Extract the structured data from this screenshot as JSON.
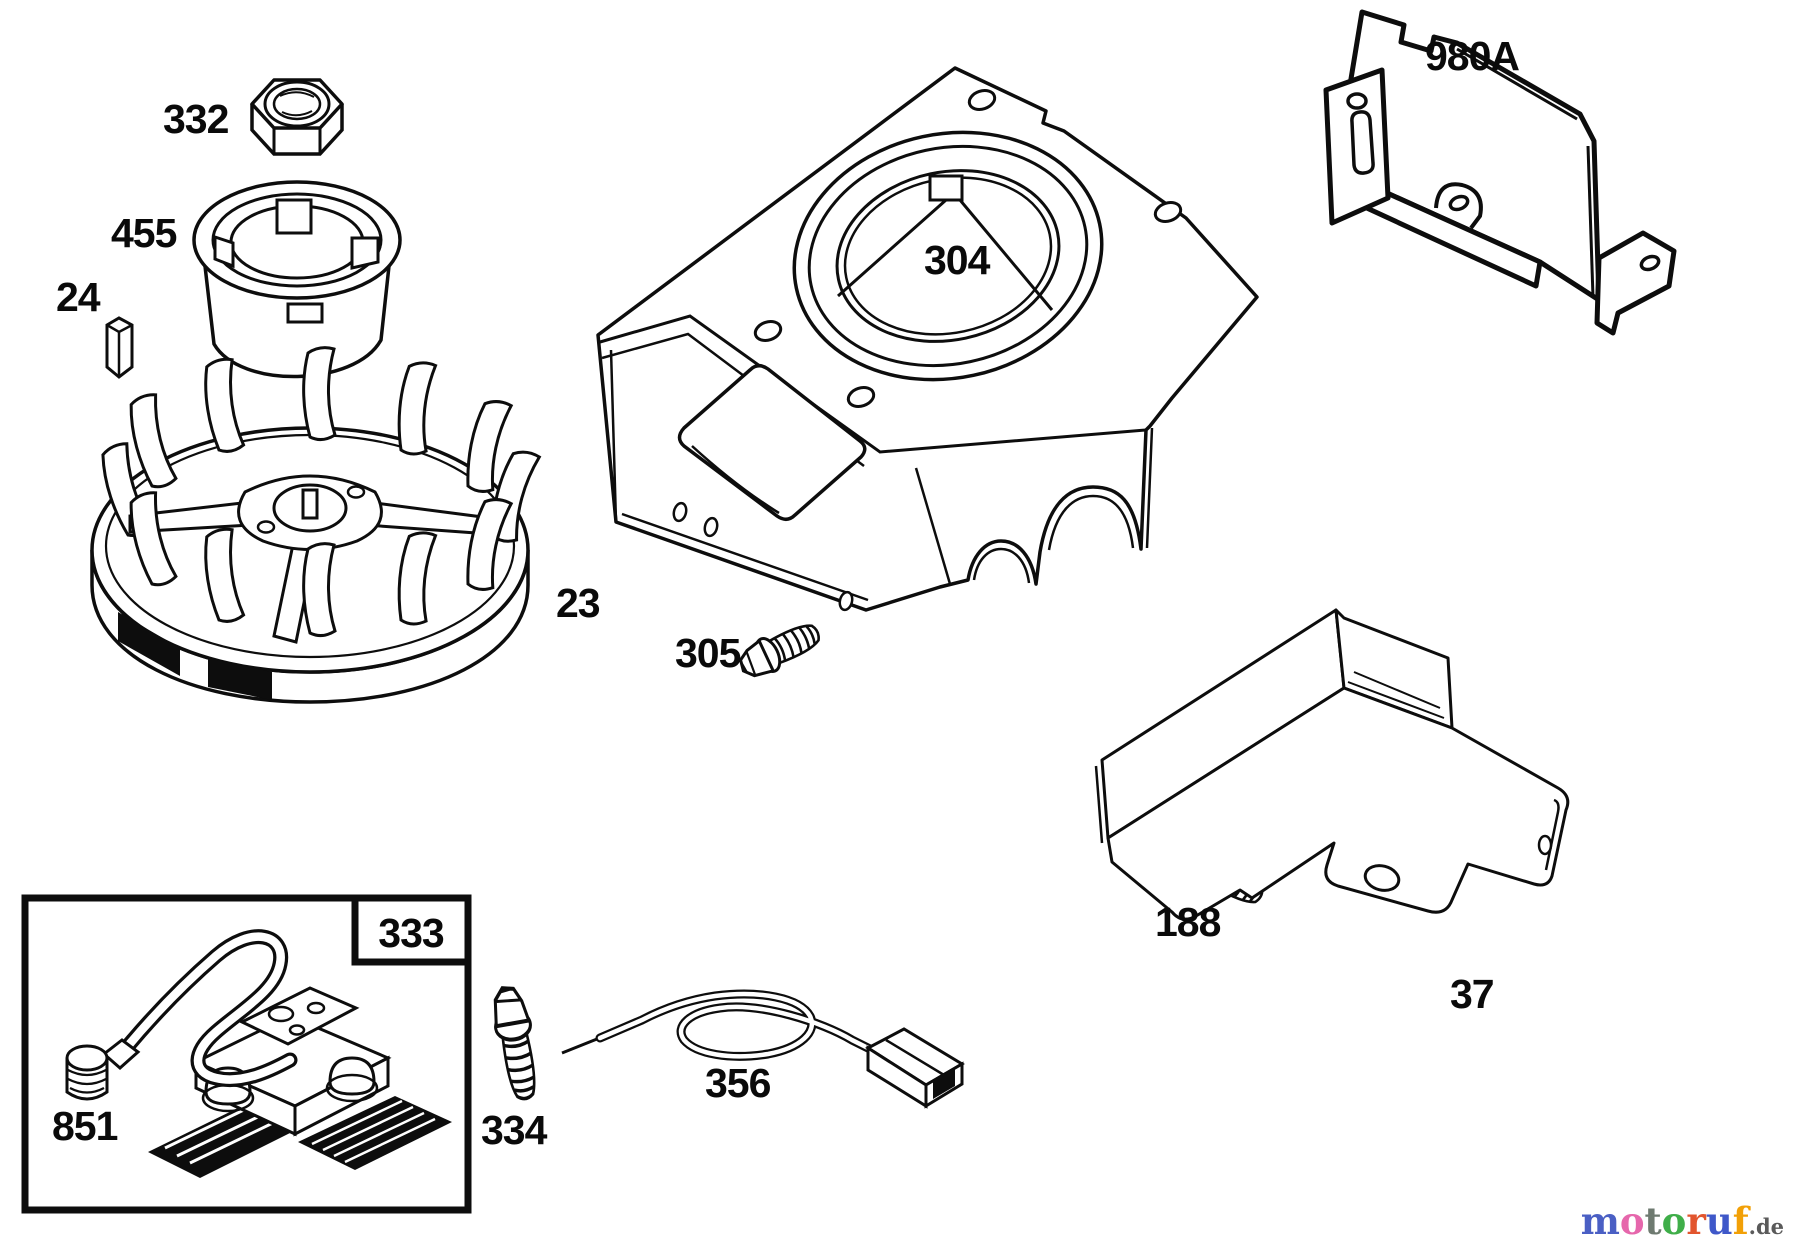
{
  "labels": {
    "nut": "332",
    "starter_cup": "455",
    "key": "24",
    "flywheel": "23",
    "blower_housing": "304",
    "rear_shield": "980A",
    "housing_screw": "305",
    "bracket_screw": "188",
    "bracket": "37",
    "ignition_inset": "333",
    "grommet": "851",
    "coil_screw": "334",
    "ground_wire": "356"
  },
  "colors": {
    "background": "#ffffff",
    "line": "#0d0d0d",
    "label_text": "#0a0a0a"
  },
  "watermark": {
    "letters": [
      {
        "char": "m",
        "color": "#4a5fc4"
      },
      {
        "char": "o",
        "color": "#e667ac"
      },
      {
        "char": "t",
        "color": "#6e7a70"
      },
      {
        "char": "o",
        "color": "#3fae49"
      },
      {
        "char": "r",
        "color": "#e2552e"
      },
      {
        "char": "u",
        "color": "#3f58c9"
      },
      {
        "char": "f",
        "color": "#f2a007"
      }
    ],
    "suffix": ".de",
    "suffix_color": "#5a5a5a"
  }
}
